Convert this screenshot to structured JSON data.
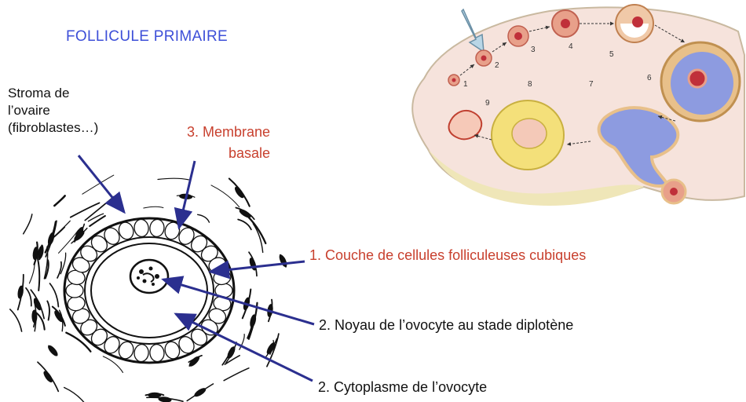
{
  "title": "FOLLICULE PRIMAIRE",
  "labels": {
    "stroma": [
      "Stroma de",
      "l’ovaire",
      "(fibroblastes…)"
    ],
    "membrane": [
      "3. Membrane",
      "basale"
    ],
    "cellules": "1. Couche de cellules folliculeuses cubiques",
    "noyau": "2. Noyau de l’ovocyte au stade diplotène",
    "cytoplasme": "2. Cytoplasme de l’ovocyte"
  },
  "cycle_numbers": [
    "1",
    "2",
    "3",
    "4",
    "5",
    "6",
    "7",
    "8",
    "9"
  ],
  "colors": {
    "title": "#3d4fd8",
    "red_label": "#c8402e",
    "arrow": "#2b2f8f",
    "ovary_fill": "#f6e3dc",
    "antrum": "#8d9be0",
    "corpus_luteum": "#f4e07a"
  }
}
